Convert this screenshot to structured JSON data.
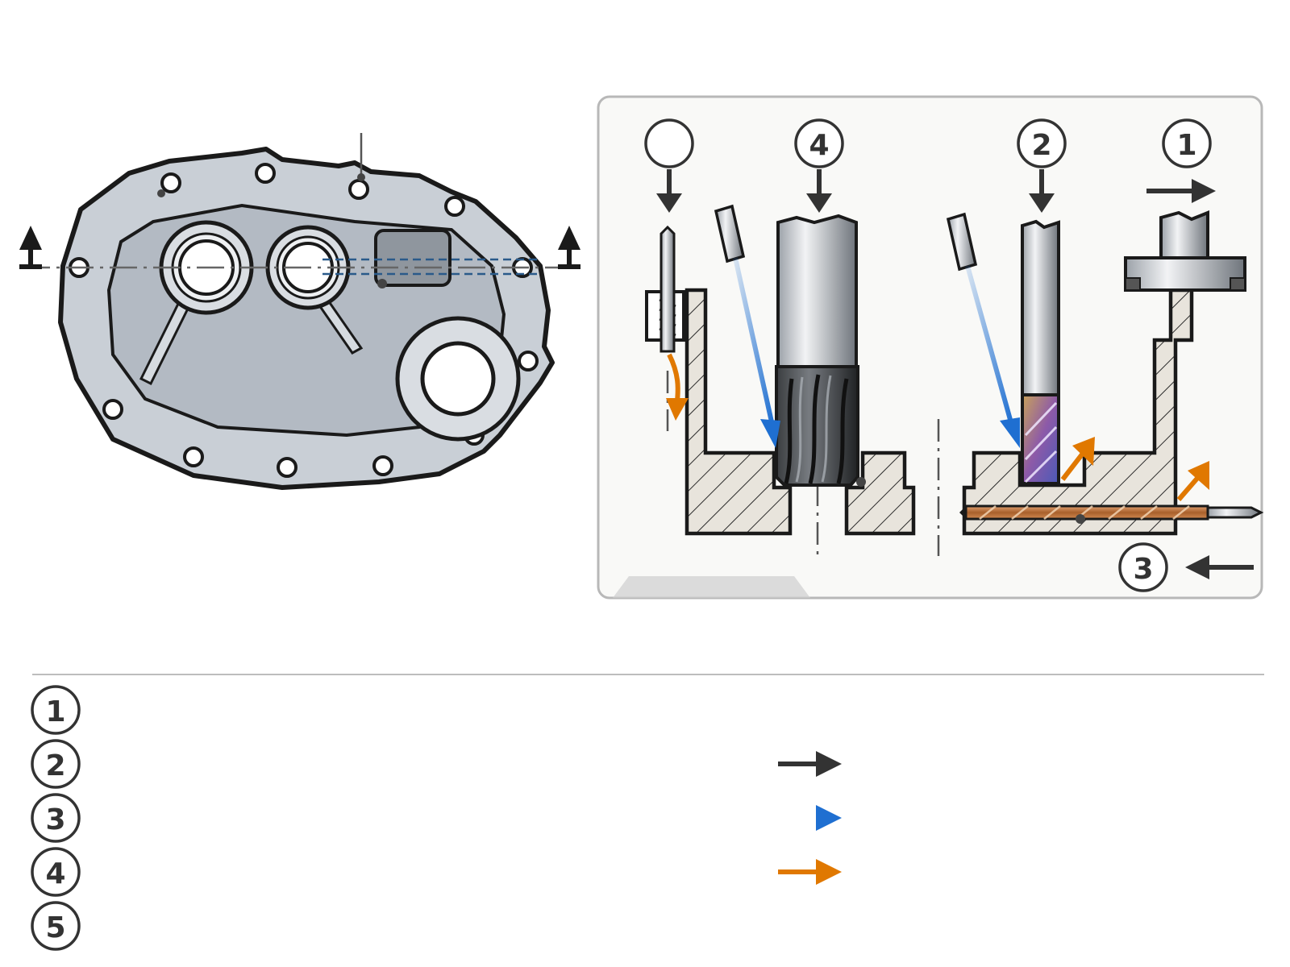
{
  "colors": {
    "outline": "#1a1a1a",
    "housing_fill": "#c9cfd6",
    "housing_inner": "#b3bac3",
    "motion_arrow": "#333333",
    "coolant_arrow": "#1f6fd1",
    "chip_arrow": "#e07800",
    "hidden_line": "#2a5a8a",
    "hatch_fill": "#e8e4dc",
    "panel_bg": "#f9f9f7",
    "panel_border": "#b8b8b8"
  },
  "callouts": {
    "step_1": "1",
    "step_2": "2",
    "step_3": "3",
    "step_4": "4",
    "step_5": ""
  },
  "legend": {
    "numbers": [
      "1",
      "2",
      "3",
      "4",
      "5"
    ],
    "arrows": [
      {
        "icon": "dark-arrow-icon",
        "color": "#333333"
      },
      {
        "icon": "blue-arrow-icon",
        "color": "#1f6fd1"
      },
      {
        "icon": "orange-arrow-icon",
        "color": "#e07800"
      }
    ]
  }
}
